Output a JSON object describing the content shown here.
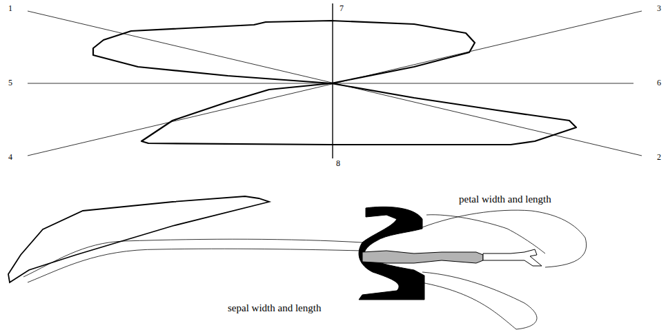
{
  "diagram": {
    "labels": [
      "1",
      "7",
      "3",
      "5",
      "6",
      "4",
      "8",
      "2",
      "petal width and length",
      "sepal width and length"
    ]
  }
}
